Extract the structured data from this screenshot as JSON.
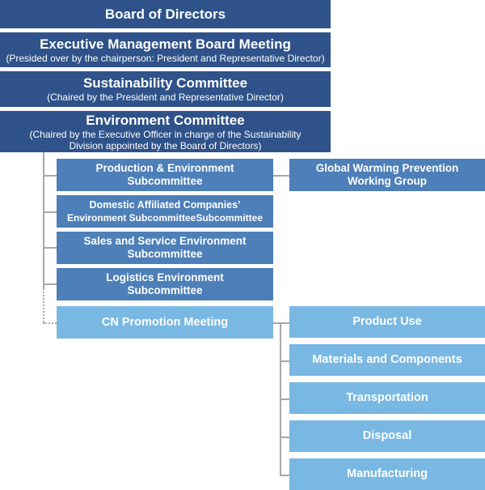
{
  "colors": {
    "dark": "#2e5289",
    "mid": "#4d7fb8",
    "light": "#79b8e2",
    "connector": "#a8a8a8"
  },
  "board": {
    "title": "Board of Directors"
  },
  "executive": {
    "title": "Executive Management Board Meeting",
    "subtitle": "(Presided over by the chairperson: President and Representative Director)"
  },
  "sustainability": {
    "title": "Sustainability Committee",
    "subtitle": "(Chaired by the President and Representative Director)"
  },
  "environment": {
    "title": "Environment Committee",
    "subtitle_line1": "(Chaired by the Executive Officer in charge of the Sustainability",
    "subtitle_line2": "Division appointed by the Board of Directors)"
  },
  "subcommittees": {
    "production": {
      "line1": "Production & Environment",
      "line2": "Subcommittee"
    },
    "domestic": {
      "line1": "Domestic Affiliated Companies’",
      "line2": "Environment SubcommitteeSubcommittee"
    },
    "sales": {
      "line1": "Sales and Service Environment",
      "line2": "Subcommittee"
    },
    "logistics": {
      "line1": "Logistics Environment",
      "line2": "Subcommittee"
    }
  },
  "global_warming": {
    "line1": "Global Warming Prevention",
    "line2": "Working Group"
  },
  "cn_promotion": {
    "title": "CN Promotion Meeting"
  },
  "cn_groups": {
    "product_use": "Product Use",
    "materials": "Materials and Components",
    "transportation": "Transportation",
    "disposal": "Disposal",
    "manufacturing": "Manufacturing"
  }
}
